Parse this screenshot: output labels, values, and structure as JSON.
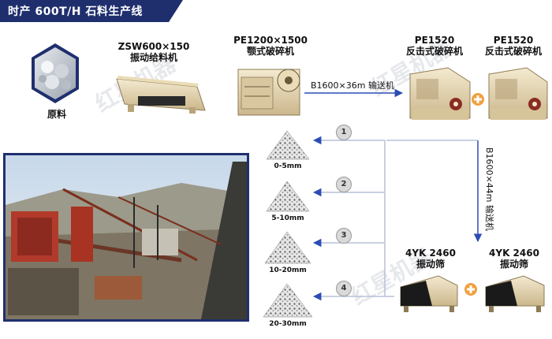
{
  "header": {
    "title": "时产 600T/H 石料生产线",
    "bg": "#1f2f6e"
  },
  "raw": {
    "label": "原料"
  },
  "feeder": {
    "model": "ZSW600×150",
    "name": "振动给料机"
  },
  "jaw": {
    "model": "PE1200×1500",
    "name": "颚式破碎机"
  },
  "impact1": {
    "model": "PE1520",
    "name": "反击式破碎机"
  },
  "impact2": {
    "model": "PE1520",
    "name": "反击式破碎机"
  },
  "conveyor_h": {
    "label": "B1600×36m 输送机"
  },
  "conveyor_v": {
    "label": "B1600×44m 输送机"
  },
  "screen1": {
    "model": "4YK 2460",
    "name": "振动筛"
  },
  "screen2": {
    "model": "4YK 2460",
    "name": "振动筛"
  },
  "products": [
    {
      "num": "1",
      "size": "0-5mm"
    },
    {
      "num": "2",
      "size": "5-10mm"
    },
    {
      "num": "3",
      "size": "10-20mm"
    },
    {
      "num": "4",
      "size": "20-30mm"
    }
  ],
  "colors": {
    "accent": "#1f2f6e",
    "arrow": "#2b4db3",
    "plus": "#f0a040",
    "line": "#b9c1d9"
  }
}
